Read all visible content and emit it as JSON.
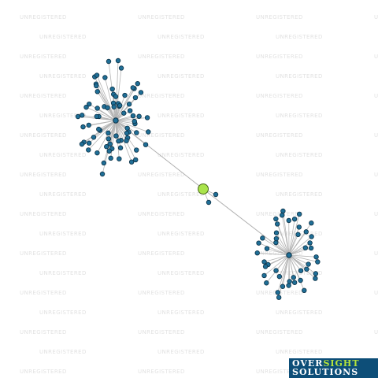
{
  "watermark": {
    "text": "UNREGISTERED"
  },
  "logo": {
    "line1_part1": "OVER",
    "line1_part2": "SIGHT",
    "line2": "SOLUTIONS",
    "colors": {
      "background": "#0d4e78",
      "primary_text": "#ffffff",
      "accent_text": "#b6e43a"
    }
  },
  "network": {
    "colors": {
      "edge": "#b4b4b4",
      "node_fill": "#1f6e96",
      "node_stroke": "#0c3146",
      "focus_fill": "#a9e34b"
    },
    "clusters": [
      {
        "name": "cluster-upper-left",
        "node_count": 70
      },
      {
        "name": "cluster-lower-right",
        "node_count": 45
      }
    ],
    "focus_node": {
      "label": "",
      "leaf_count": 2
    }
  }
}
